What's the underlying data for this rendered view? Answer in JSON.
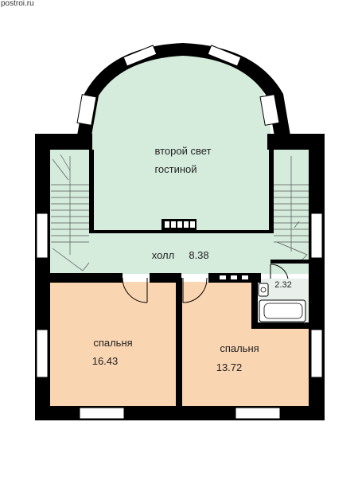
{
  "watermark": "postroi.ru",
  "colors": {
    "wall": "#000000",
    "hall_floor": "#d5ecdd",
    "bedroom_floor": "#f9d5b1",
    "bathroom_floor": "#e9f0ec",
    "window_glass": "#ffffff"
  },
  "rooms": {
    "living_void": {
      "line1": "второй свет",
      "line2": "гостиной"
    },
    "hall": {
      "name": "холл",
      "area": "8.38"
    },
    "bedroom_left": {
      "name": "спальня",
      "area": "16.43"
    },
    "bedroom_right": {
      "name": "спальня",
      "area": "13.72"
    },
    "bathroom": {
      "area": "2.32"
    }
  }
}
